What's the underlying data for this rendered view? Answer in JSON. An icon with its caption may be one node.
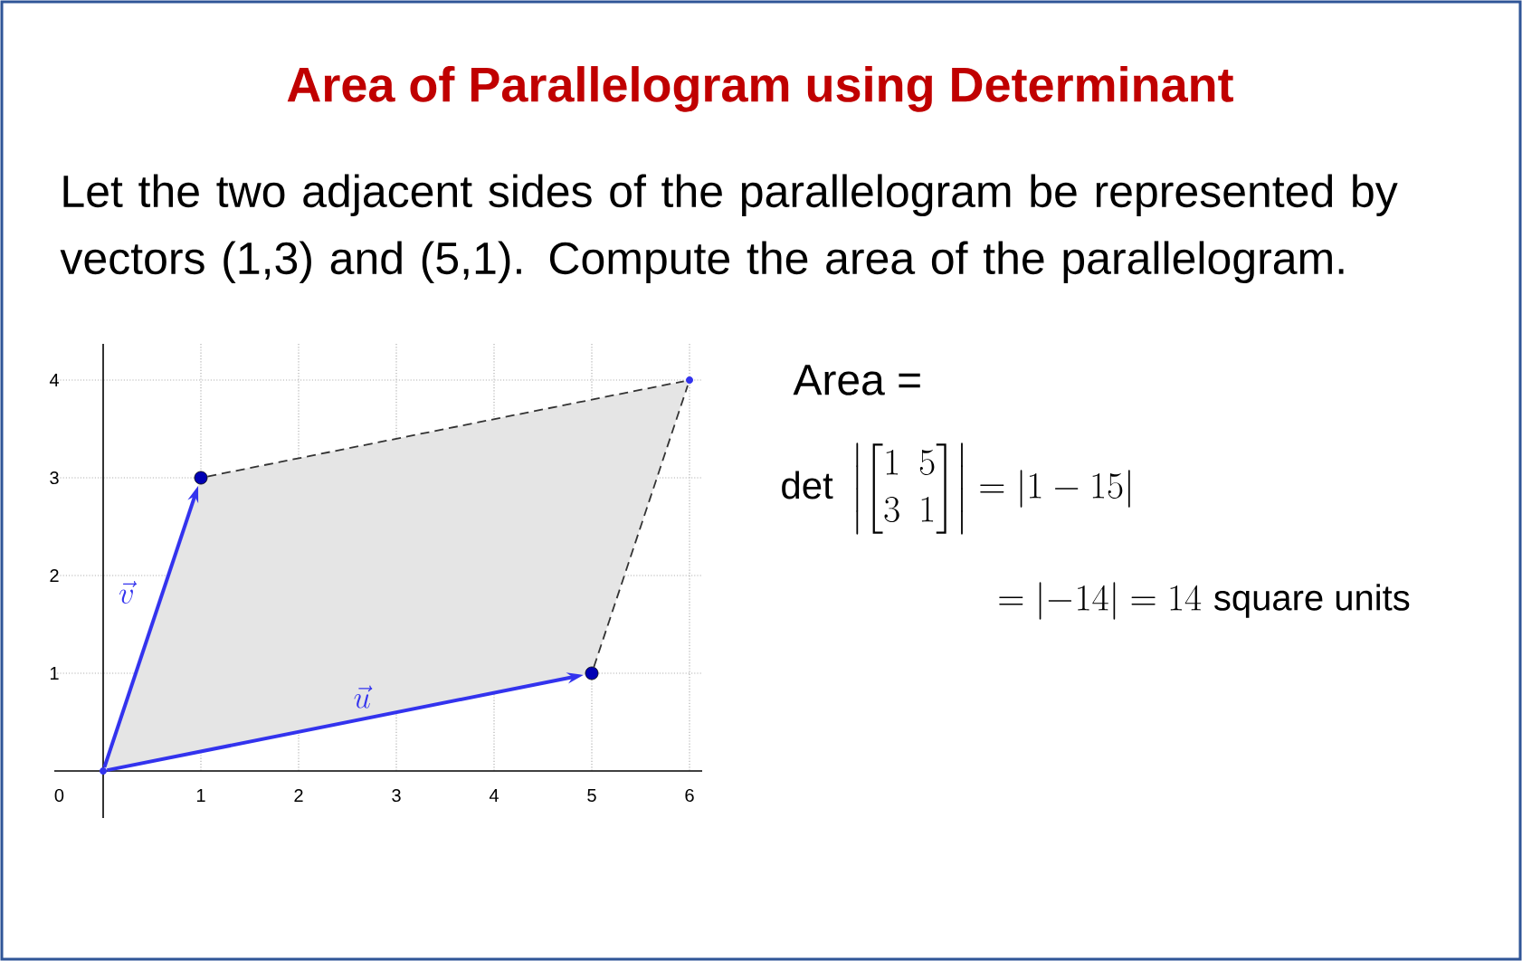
{
  "diagram": {
    "title": "Area of Parallelogram using Determinant",
    "nodes": [
      {
        "text": [],
        "shape": "point"
      },
      {
        "text": [],
        "shape": "circle"
      },
      {
        "text": [],
        "shape": "circle"
      },
      {
        "text": [],
        "shape": "point"
      }
    ],
    "edges": [
      {
        "from": 0,
        "to": 1,
        "arrow": "to",
        "label": "\\vec{v}",
        "color": "#3333ee"
      },
      {
        "from": 0,
        "to": 2,
        "arrow": "to",
        "label": "\\vec{u}",
        "color": "#3333ee"
      },
      {
        "from": 1,
        "to": 3,
        "arrow": "none",
        "style": "dashed",
        "color": "#333333"
      },
      {
        "from": 2,
        "to": 3,
        "arrow": "none",
        "style": "dashed",
        "color": "#333333"
      }
    ],
    "labels": [
      "Let the two adjacent sides of the parallelogram be represented by vectors (1,3) and (5,1). Compute the area of the parallelogram.",
      "Area =",
      "det",
      "\\left|\\begin{bmatrix}1 & 5\\\\ 3 & 1\\end{bmatrix}\\right| = \\left|1-15\\right|",
      "= \\left|-14\\right| = 14",
      "square units",
      "4",
      "3",
      "2",
      "1",
      "0",
      "1",
      "2",
      "3",
      "4",
      "5",
      "6"
    ]
  }
}
